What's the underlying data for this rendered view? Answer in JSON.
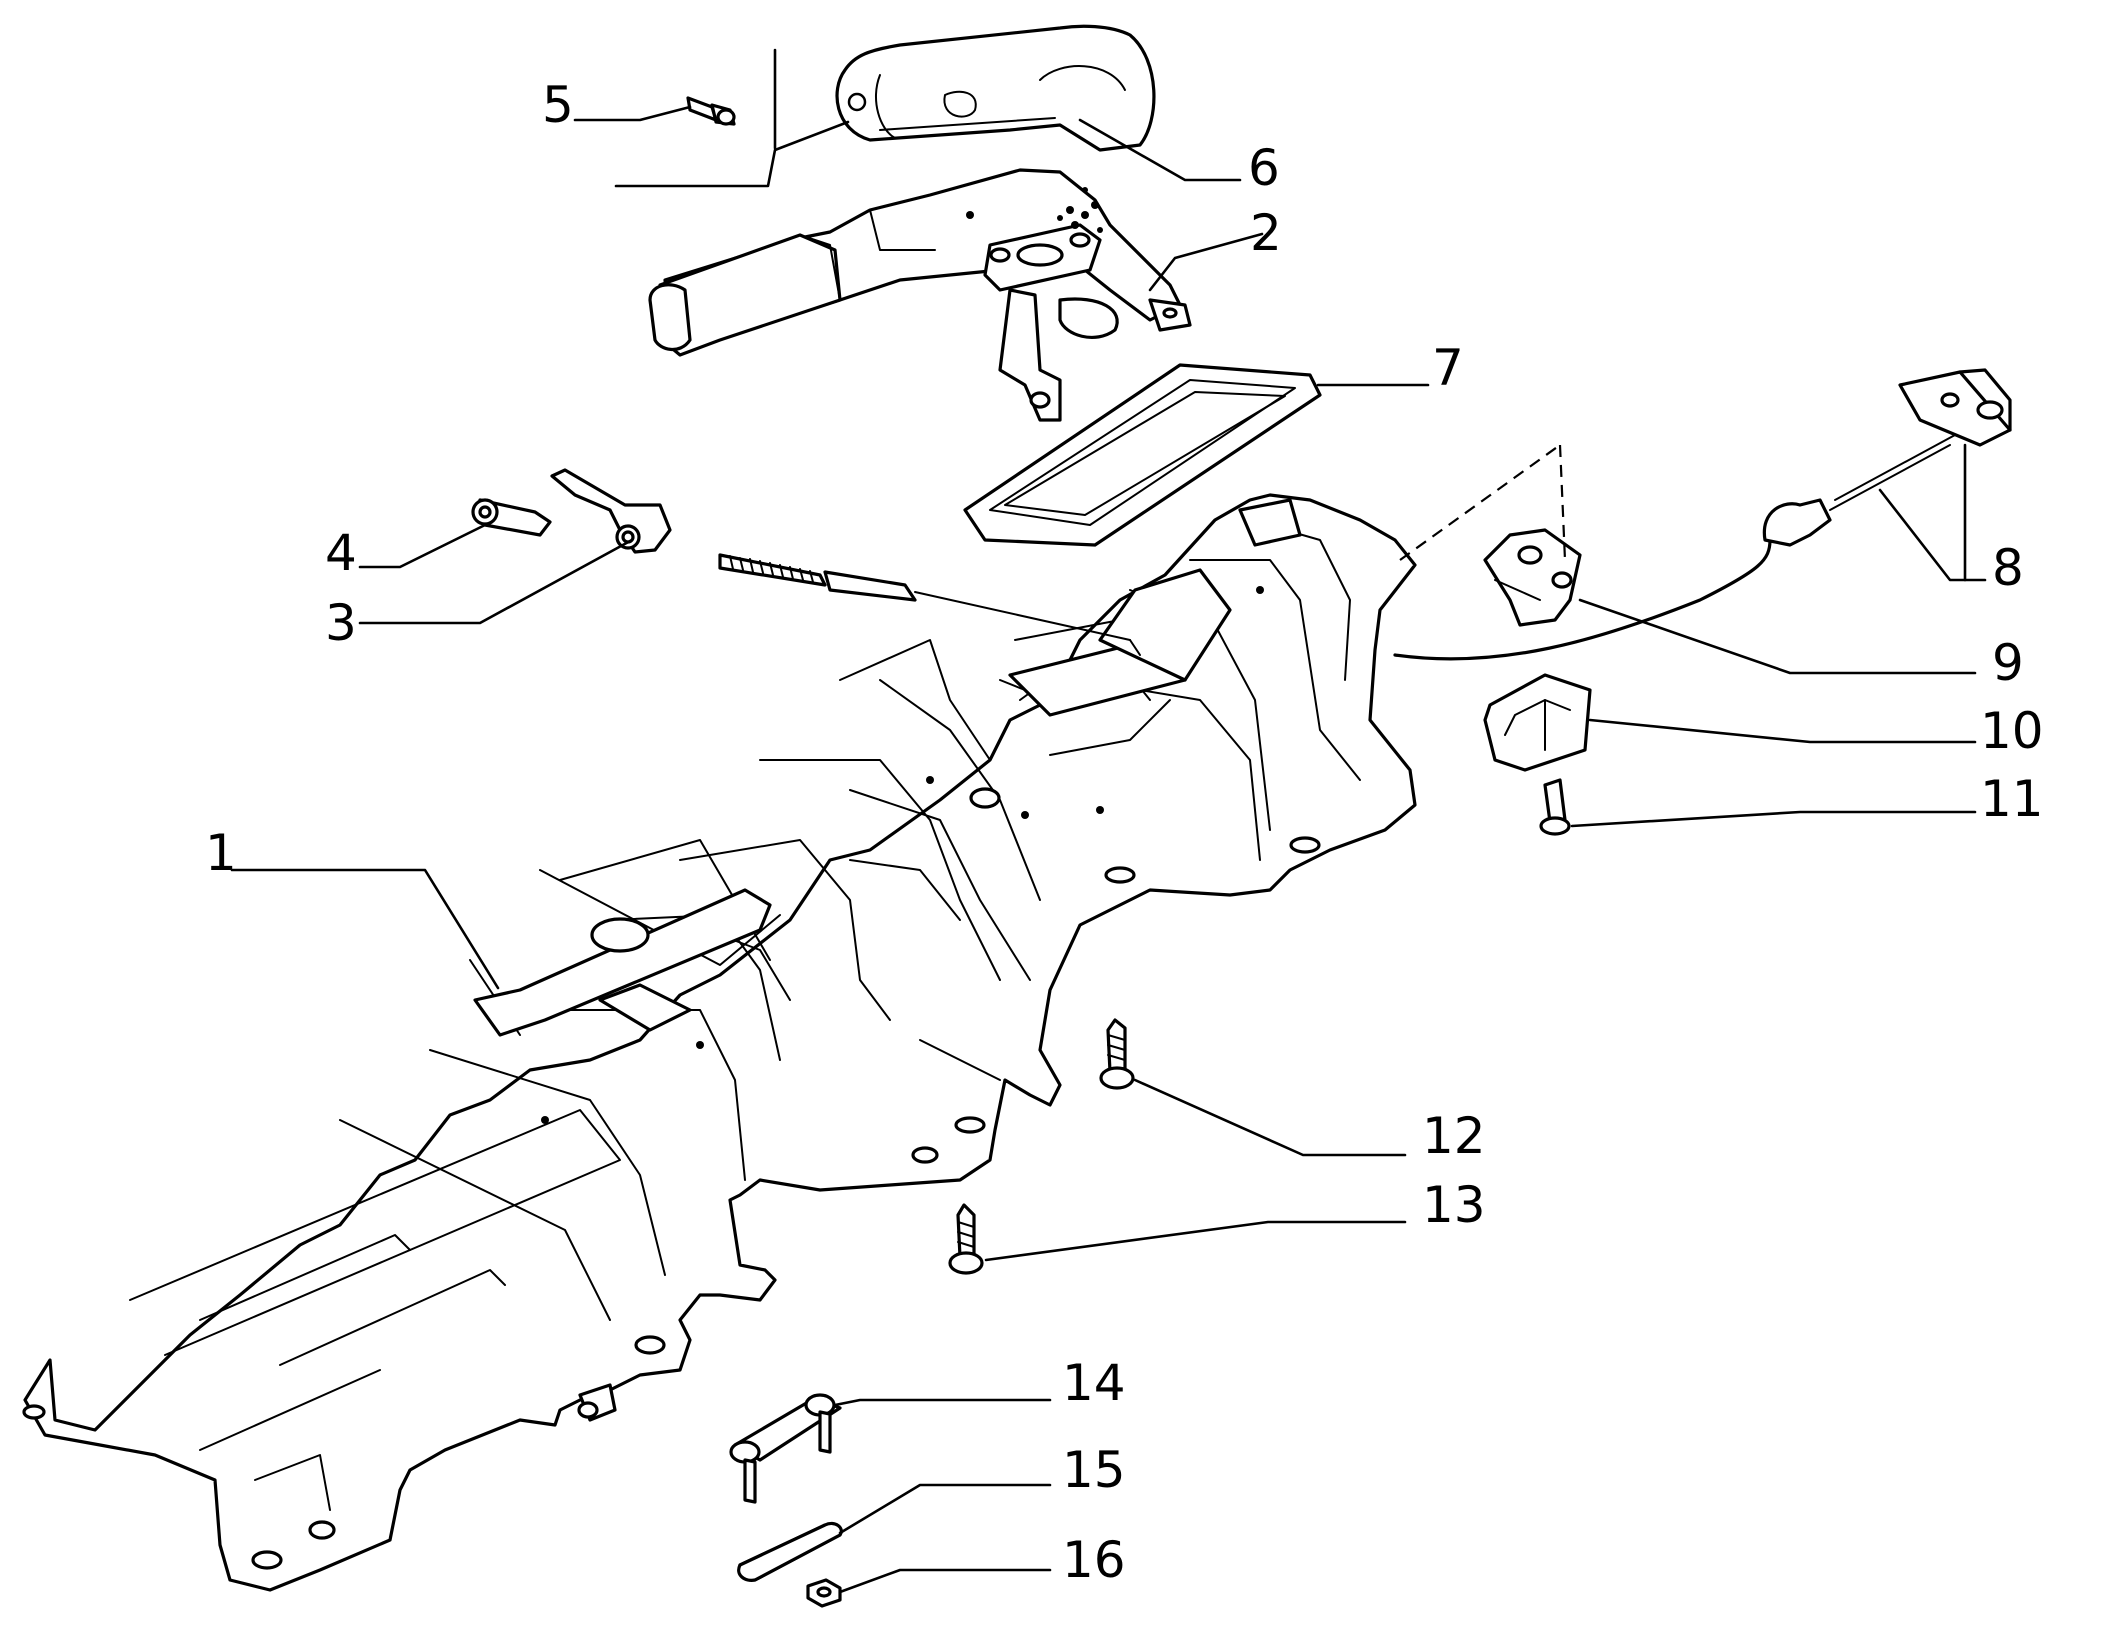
{
  "diagram": {
    "background": "#ffffff",
    "line_color": "#000000",
    "callouts": [
      {
        "id": "c1",
        "label": "1"
      },
      {
        "id": "c2",
        "label": "2"
      },
      {
        "id": "c3",
        "label": "3"
      },
      {
        "id": "c4",
        "label": "4"
      },
      {
        "id": "c5",
        "label": "5"
      },
      {
        "id": "c6",
        "label": "6"
      },
      {
        "id": "c7",
        "label": "7"
      },
      {
        "id": "c8",
        "label": "8"
      },
      {
        "id": "c9",
        "label": "9"
      },
      {
        "id": "c10",
        "label": "10"
      },
      {
        "id": "c11",
        "label": "11"
      },
      {
        "id": "c12",
        "label": "12"
      },
      {
        "id": "c13",
        "label": "13"
      },
      {
        "id": "c14",
        "label": "14"
      },
      {
        "id": "c15",
        "label": "15"
      },
      {
        "id": "c16",
        "label": "16"
      }
    ]
  }
}
